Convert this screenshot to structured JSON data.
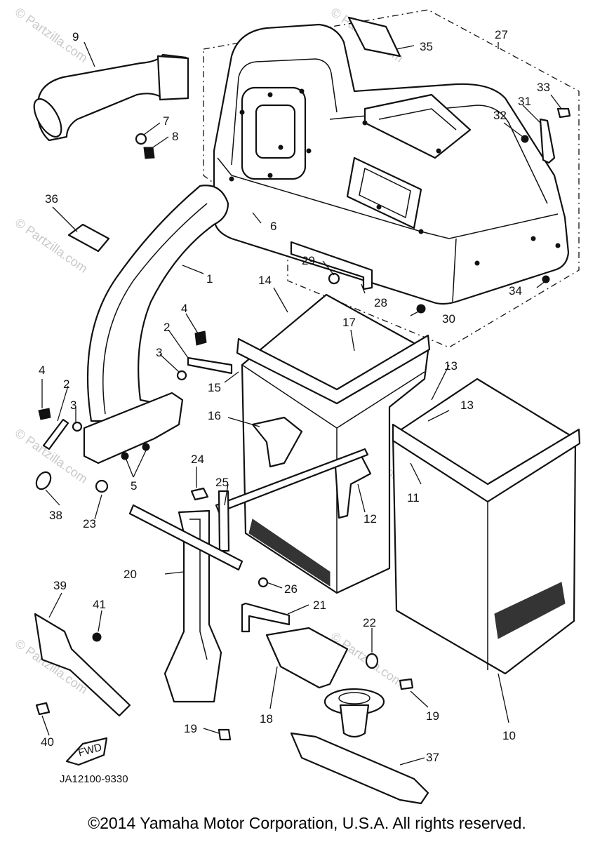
{
  "callouts": {
    "c1": "1",
    "c2a": "2",
    "c2b": "2",
    "c3a": "3",
    "c3b": "3",
    "c4a": "4",
    "c4b": "4",
    "c5": "5",
    "c6": "6",
    "c7": "7",
    "c8": "8",
    "c9": "9",
    "c10": "10",
    "c11": "11",
    "c12": "12",
    "c13a": "13",
    "c13b": "13",
    "c14": "14",
    "c15": "15",
    "c16": "16",
    "c17": "17",
    "c18": "18",
    "c19a": "19",
    "c19b": "19",
    "c20": "20",
    "c21": "21",
    "c22": "22",
    "c23": "23",
    "c24": "24",
    "c25": "25",
    "c26": "26",
    "c27": "27",
    "c28": "28",
    "c29": "29",
    "c30": "30",
    "c31": "31",
    "c32": "32",
    "c33": "33",
    "c34": "34",
    "c35": "35",
    "c36": "36",
    "c37": "37",
    "c38": "38",
    "c39": "39",
    "c40": "40",
    "c41": "41"
  },
  "drawing_code": "JA12100-9330",
  "fwd_label": "FWD",
  "watermark": "© Partzilla.com",
  "copyright": "©2014  Yamaha Motor Corporation, U.S.A. All rights reserved."
}
